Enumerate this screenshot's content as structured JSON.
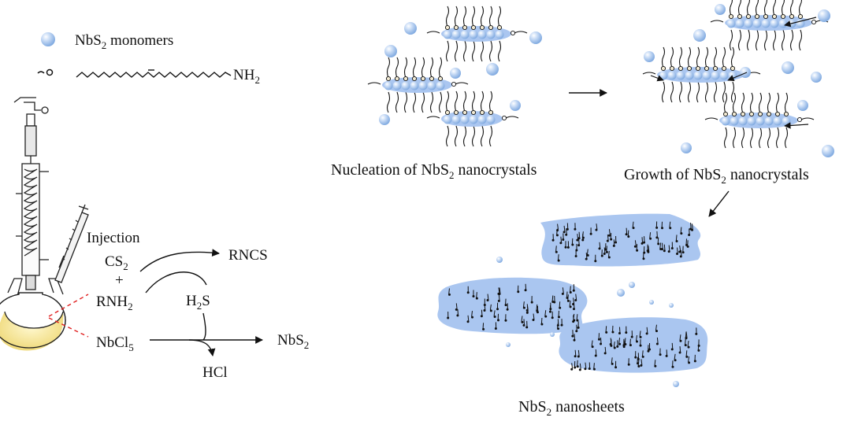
{
  "legend": {
    "monomer_label": "NbS",
    "monomer_sub": "2",
    "monomer_rest": " monomers",
    "amine_label": "NH",
    "amine_sub": "2"
  },
  "reaction": {
    "injection": "Injection",
    "cs2": "CS",
    "cs2_sub": "2",
    "plus": "+",
    "rnh2": "RNH",
    "rnh2_sub": "2",
    "rncs": "RNCS",
    "h2s": "H",
    "h2s_sub": "2",
    "h2s_rest": "S",
    "nbcl5": "NbCl",
    "nbcl5_sub": "5",
    "hcl": "HCl",
    "nbs2": "NbS",
    "nbs2_sub": "2"
  },
  "stages": {
    "nucleation": {
      "pre": "Nucleation of NbS",
      "sub": "2",
      "post": " nanocrystals"
    },
    "growth": {
      "pre": "Growth of NbS",
      "sub": "2",
      "post": " nanocrystals"
    },
    "nanosheets": {
      "pre": "NbS",
      "sub": "2",
      "post": " nanosheets"
    }
  },
  "colors": {
    "sphere": "#8fb6e8",
    "sheet": "#aac6f0",
    "flask_liquid": "#f6e9a3",
    "dashed": "#e02020"
  }
}
